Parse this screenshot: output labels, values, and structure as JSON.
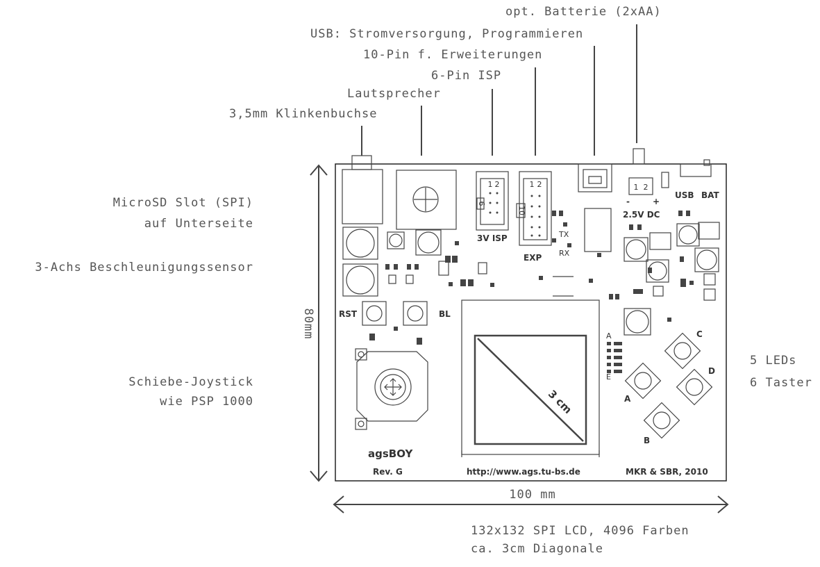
{
  "callouts": {
    "battery": "opt. Batterie (2xAA)",
    "usb": "USB: Stromversorgung, Programmieren",
    "ten_pin": "10-Pin f. Erweiterungen",
    "six_pin": "6-Pin ISP",
    "speaker": "Lautsprecher",
    "jack": "3,5mm Klinkenbuchse",
    "microsd_line1": "MicroSD Slot (SPI)",
    "microsd_line2": "auf Unterseite",
    "accel": "3-Achs Beschleunigungssensor",
    "joystick_line1": "Schiebe-Joystick",
    "joystick_line2": "wie PSP 1000",
    "leds": "5 LEDs",
    "buttons": "6 Taster",
    "lcd_line1": "132x132 SPI LCD, 4096 Farben",
    "lcd_line2": "ca. 3cm Diagonale"
  },
  "dimensions": {
    "height": "80mm",
    "width": "100 mm"
  },
  "board": {
    "name": "agsBOY",
    "revision": "Rev. G",
    "url": "http://www.ags.tu-bs.de",
    "credits": "MKR & SBR, 2010",
    "lcd_diag": "3 cm",
    "rst": "RST",
    "bl": "BL",
    "isp": "3V ISP",
    "exp": "EXP",
    "voltage": "2.5V DC",
    "usb_switch": "USB",
    "bat_switch": "BAT",
    "btn_a": "A",
    "btn_b": "B",
    "btn_c": "C",
    "btn_d": "D",
    "led_a": "A",
    "led_e": "E",
    "tx": "TX",
    "rx": "RX",
    "minus": "-",
    "plus": "+",
    "pin1": "1",
    "pin2": "2",
    "pin6": "6",
    "pin10": "10"
  }
}
